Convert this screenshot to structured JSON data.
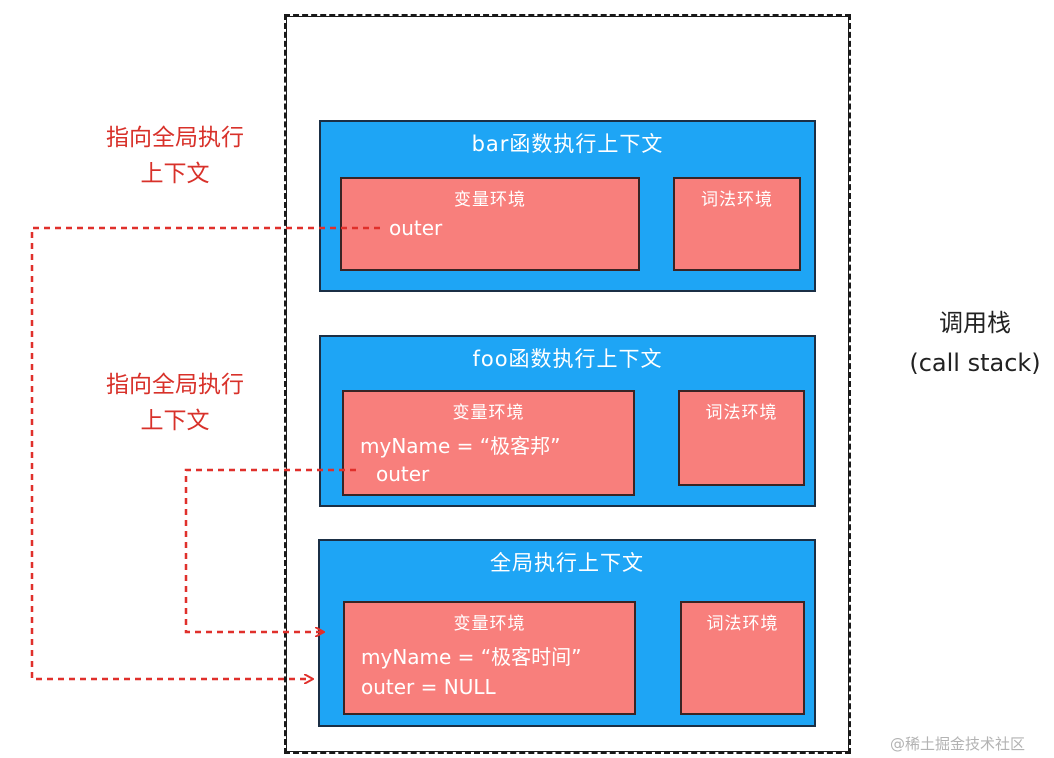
{
  "annotations": {
    "pointer_top_line1": "指向全局执行",
    "pointer_top_line2": "上下文",
    "pointer_mid_line1": "指向全局执行",
    "pointer_mid_line2": "上下文"
  },
  "call_stack": {
    "label_line1": "调用栈",
    "label_line2": "(call stack)"
  },
  "contexts": {
    "bar": {
      "title": "bar函数执行上下文",
      "variable_env": {
        "title": "变量环境",
        "lines": [
          "outer"
        ]
      },
      "lexical_env": {
        "title": "词法环境"
      }
    },
    "foo": {
      "title": "foo函数执行上下文",
      "variable_env": {
        "title": "变量环境",
        "lines": [
          "myName = “极客邦”",
          "outer"
        ]
      },
      "lexical_env": {
        "title": "词法环境"
      }
    },
    "global": {
      "title": "全局执行上下文",
      "variable_env": {
        "title": "变量环境",
        "lines": [
          "myName = “极客时间”",
          "outer = NULL"
        ]
      },
      "lexical_env": {
        "title": "词法环境"
      }
    }
  },
  "watermark": "@稀土掘金技术社区",
  "colors": {
    "context_fill": "#1ea5f5",
    "env_fill": "#f87f7c",
    "arrow": "#e0302b",
    "annotation_text": "#d8312a"
  }
}
